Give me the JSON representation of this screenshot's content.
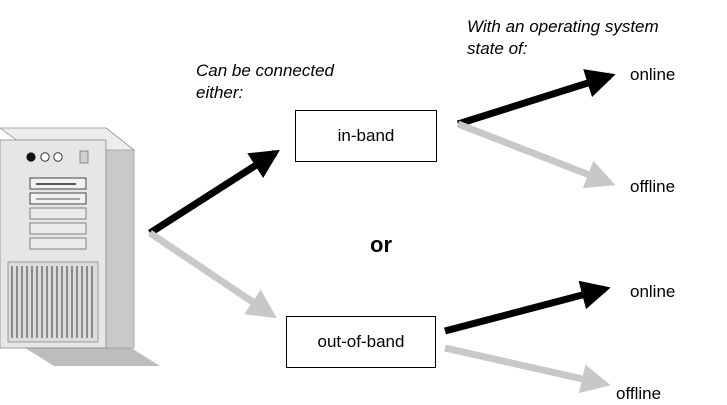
{
  "header_note": {
    "line1": "With an operating system",
    "line2": "state of:"
  },
  "connect_note": {
    "line1": "Can be connected",
    "line2": "either:"
  },
  "connections": {
    "in_band": "in-band",
    "out_of_band": "out-of-band",
    "separator": "or"
  },
  "states": {
    "in_band_online": "online",
    "in_band_offline": "offline",
    "out_of_band_online": "online",
    "out_of_band_offline": "offline"
  },
  "colors": {
    "primary_arrow": "#000000",
    "secondary_arrow": "#c8c8c8",
    "server_body": "#e6e6e6",
    "server_shadow": "#bdbdbd"
  },
  "icons": {
    "server": "tower-server-icon"
  }
}
